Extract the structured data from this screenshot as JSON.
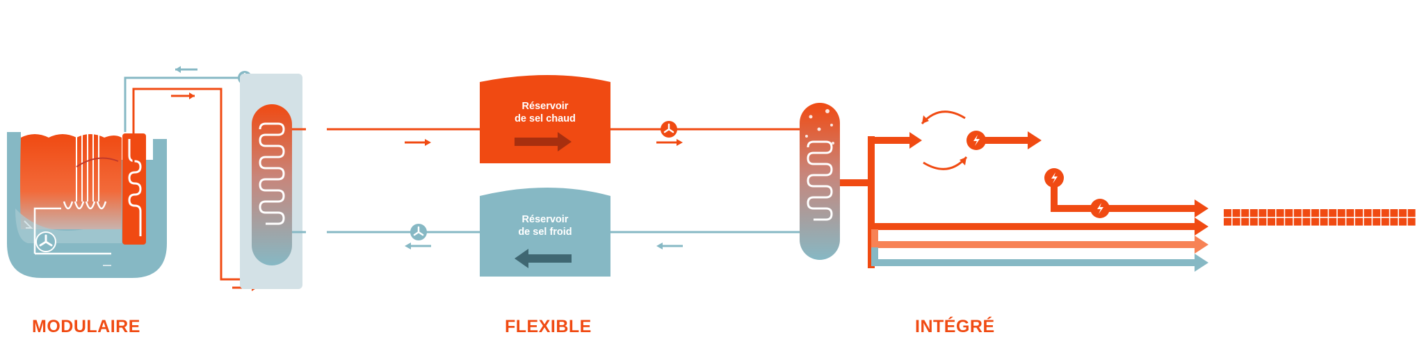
{
  "colors": {
    "hot": "#f04a12",
    "hot_light": "#f78255",
    "cold": "#86b8c4",
    "cold_light": "#a8cbd3",
    "cold_bg": "#d3e1e6",
    "dark_arrow_hot": "#a72f0f",
    "dark_arrow_cold": "#3f6772",
    "text_on_tank": "#ffffff"
  },
  "sections": {
    "modular": {
      "label": "MODULAIRE"
    },
    "flexible": {
      "label": "FLEXIBLE"
    },
    "integrated": {
      "label": "INTÉGRÉ"
    }
  },
  "tanks": {
    "hot": {
      "line1": "Réservoir",
      "line2": "de sel chaud"
    },
    "cold": {
      "line1": "Réservoir",
      "line2": "de sel froid"
    }
  },
  "icons": {
    "pump": "fan-icon",
    "generator": "lightning-icon",
    "grid": "grid-blocks"
  }
}
